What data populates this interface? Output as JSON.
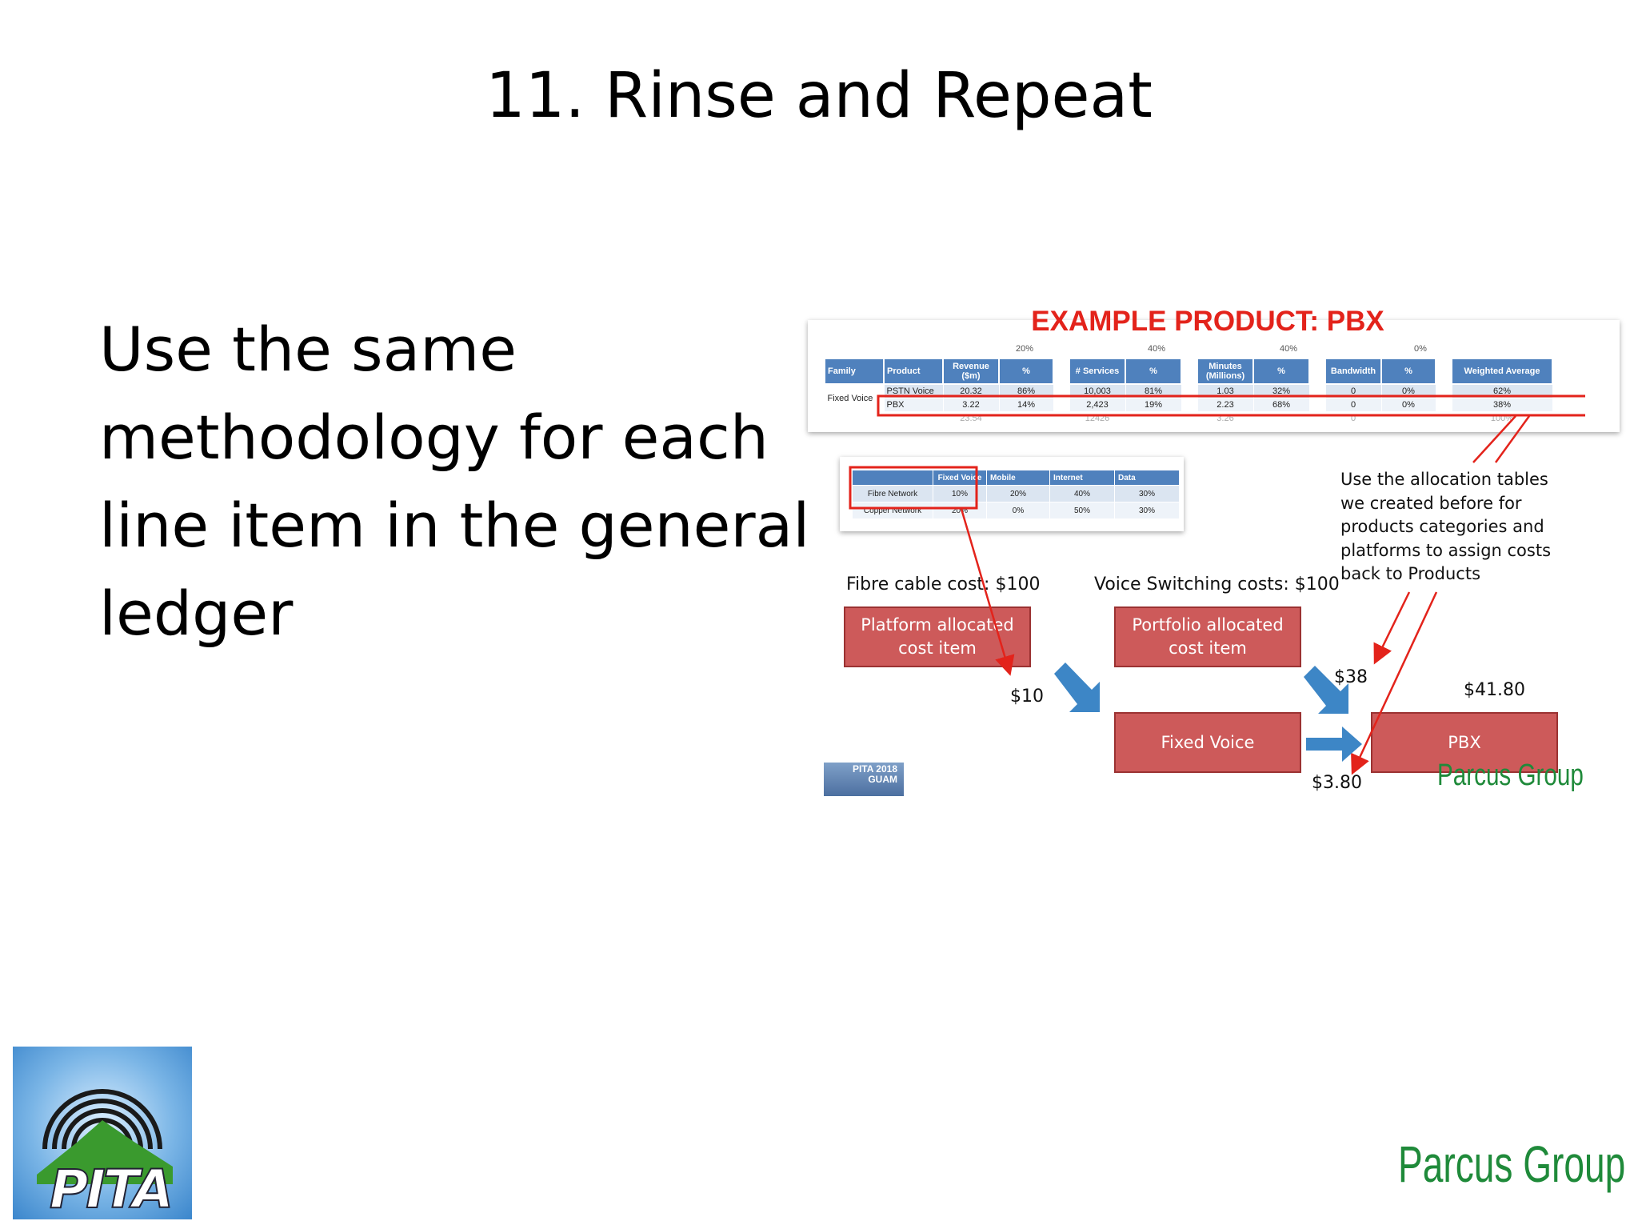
{
  "slide": {
    "title": "11. Rinse and Repeat",
    "body_text": "Use the same methodology for each line item in the general ledger"
  },
  "example": {
    "title": "EXAMPLE PRODUCT: PBX",
    "pct_headers": [
      "20%",
      "40%",
      "40%",
      "0%"
    ],
    "table1": {
      "headers": [
        "Family",
        "Product",
        "Revenue ($m)",
        "%",
        "# Services",
        "%",
        "Minutes (Millions)",
        "%",
        "Bandwidth",
        "%",
        "Weighted Average"
      ],
      "rows": [
        [
          "Fixed Voice",
          "PSTN Voice",
          "20.32",
          "86%",
          "10,003",
          "81%",
          "1.03",
          "32%",
          "0",
          "0%",
          "62%"
        ],
        [
          "",
          "PBX",
          "3.22",
          "14%",
          "2,423",
          "19%",
          "2.23",
          "68%",
          "0",
          "0%",
          "38%"
        ],
        [
          "",
          "",
          "23.54",
          "",
          "12426",
          "",
          "3.26",
          "",
          "0",
          "",
          "100%"
        ]
      ]
    },
    "table2": {
      "headers": [
        "",
        "Fixed Voice",
        "Mobile",
        "Internet",
        "Data"
      ],
      "rows": [
        [
          "Fibre Network",
          "10%",
          "20%",
          "40%",
          "30%"
        ],
        [
          "Copper Network",
          "20%",
          "0%",
          "50%",
          "30%"
        ]
      ]
    },
    "labels": {
      "fibre_cost": "Fibre cable cost: $100",
      "voice_cost": "Voice Switching  costs: $100",
      "note": "Use the allocation tables we created before for products categories and platforms to assign costs back to Products",
      "v10": "$10",
      "v38": "$38",
      "v4180": "$41.80",
      "v380": "$3.80"
    },
    "boxes": {
      "platform": "Platform allocated cost item",
      "portfolio": "Portfolio allocated cost item",
      "fixed_voice": "Fixed Voice",
      "pbx": "PBX"
    },
    "small_logo_text": "PITA 2018 GUAM",
    "small_parcus": "Parcus Group"
  },
  "footer": {
    "pita_logo": "PITA",
    "parcus_logo": "Parcus Group"
  },
  "colors": {
    "accent_red": "#e3231b",
    "box_red": "#cd5a5a",
    "arrow_blue": "#3d86c6",
    "table_blue": "#4f81bd",
    "parcus_green": "#1f8a3a"
  }
}
